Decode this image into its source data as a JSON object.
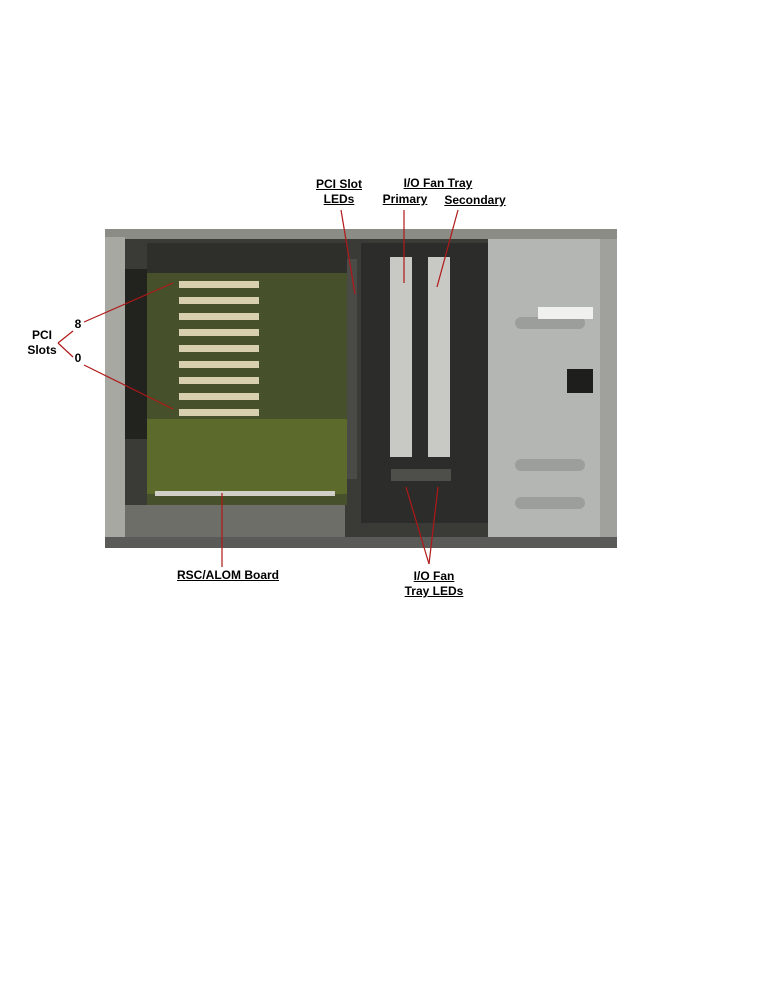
{
  "figure": {
    "title": "I/O section of server with callouts",
    "labels": {
      "pci_slot_leds": [
        "PCI Slot",
        "LEDs"
      ],
      "io_fan_tray": "I/O Fan Tray",
      "primary": "Primary",
      "secondary": "Secondary",
      "pci_slots": [
        "PCI",
        "Slots"
      ],
      "slot_top": "8",
      "slot_bottom": "0",
      "rsc_alom_board": "RSC/ALOM Board",
      "io_fan_tray_leds": [
        "I/O Fan",
        "Tray LEDs"
      ]
    },
    "colors": {
      "leader_line": "#b01818",
      "chassis_dark": "#3a3a36",
      "chassis_gray": "#9a9a94",
      "board_green": "#5c6a2c",
      "pci_card": "#d8cfae",
      "fan_tray": "#c8c8c4",
      "metal_cover": "#b4b6b4"
    },
    "pci_slot_count": 9
  }
}
